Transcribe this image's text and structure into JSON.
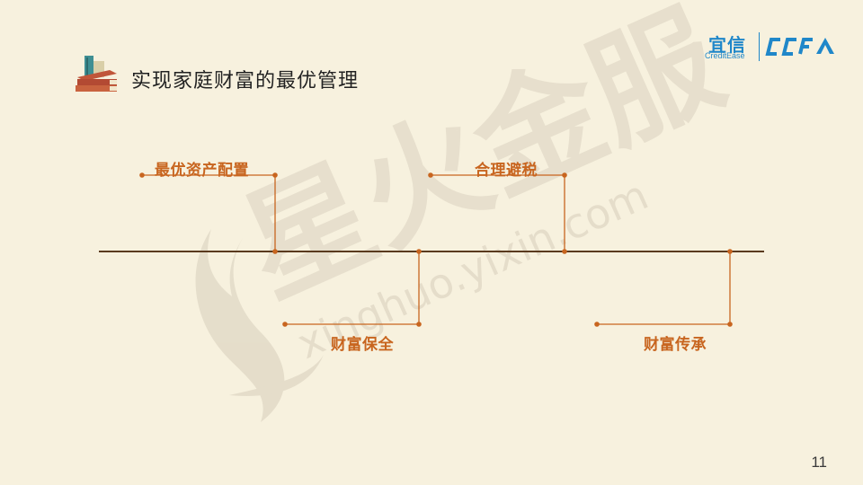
{
  "slide": {
    "title": "实现家庭财富的最优管理",
    "page_number": "11"
  },
  "logo": {
    "cn": "宜信",
    "en": "CreditEase",
    "ccfa": "CCFA",
    "color": "#1f87c9"
  },
  "watermark": {
    "text_cn": "星火金服",
    "text_en": "xinghuo.yixin.com"
  },
  "timeline": {
    "accent_color": "#c8651f",
    "line_color": "#5a3a1e",
    "items": [
      {
        "label": "最优资产配置",
        "side": "top"
      },
      {
        "label": "合理避税",
        "side": "top"
      },
      {
        "label": "财富保全",
        "side": "bottom"
      },
      {
        "label": "财富传承",
        "side": "bottom"
      }
    ]
  }
}
